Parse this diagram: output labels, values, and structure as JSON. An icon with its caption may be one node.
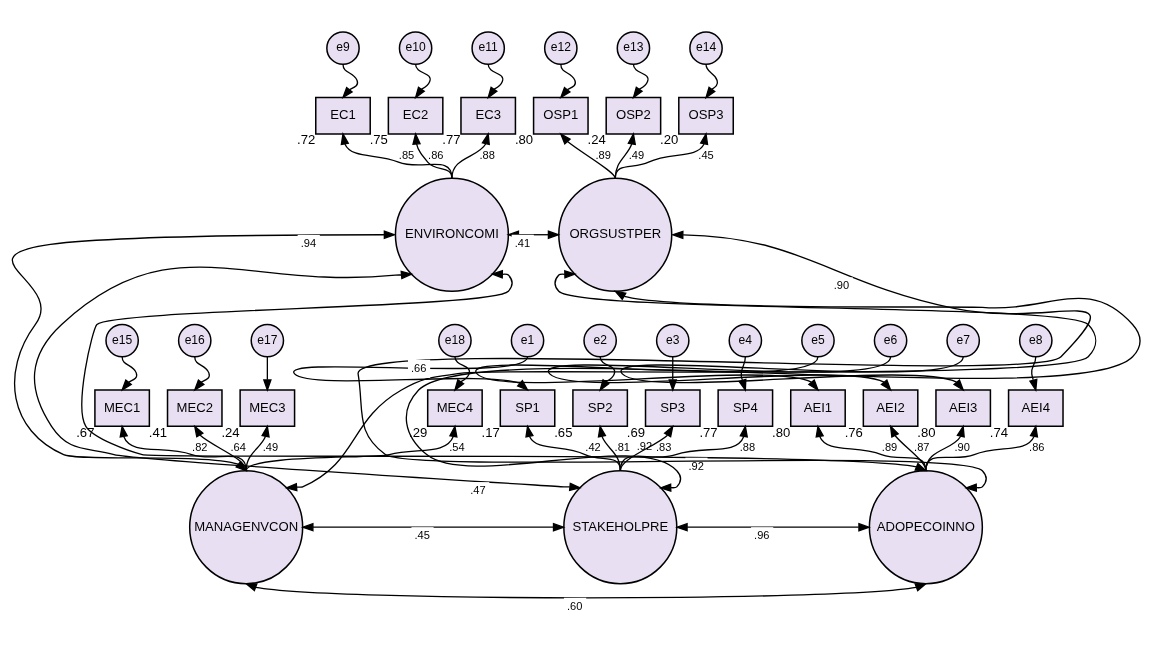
{
  "diagram": {
    "nodes": [
      {
        "text": [
          "e9"
        ]
      },
      {
        "text": [
          "e10"
        ]
      },
      {
        "text": [
          "e11"
        ]
      },
      {
        "text": [
          "e12"
        ]
      },
      {
        "text": [
          "e13"
        ]
      },
      {
        "text": [
          "e14"
        ]
      },
      {
        "text": [
          "EC1"
        ],
        "beside": [
          ".72"
        ]
      },
      {
        "text": [
          "EC2"
        ],
        "beside": [
          ".75"
        ]
      },
      {
        "text": [
          "EC3"
        ],
        "beside": [
          ".77"
        ]
      },
      {
        "text": [
          "OSP1"
        ],
        "beside": [
          ".80"
        ]
      },
      {
        "text": [
          "OSP2"
        ],
        "beside": [
          ".24"
        ]
      },
      {
        "text": [
          "OSP3"
        ],
        "beside": [
          ".20"
        ]
      },
      {
        "text": [
          "ENVIRONCOMI"
        ]
      },
      {
        "text": [
          "ORGSUSTPER"
        ]
      },
      {
        "text": [
          "e15"
        ]
      },
      {
        "text": [
          "e16"
        ]
      },
      {
        "text": [
          "e17"
        ]
      },
      {
        "text": [
          "e18"
        ]
      },
      {
        "text": [
          "e1"
        ]
      },
      {
        "text": [
          "e2"
        ]
      },
      {
        "text": [
          "e3"
        ]
      },
      {
        "text": [
          "e4"
        ]
      },
      {
        "text": [
          "e5"
        ]
      },
      {
        "text": [
          "e6"
        ]
      },
      {
        "text": [
          "e7"
        ]
      },
      {
        "text": [
          "e8"
        ]
      },
      {
        "text": [
          "MEC1"
        ],
        "beside": [
          ".67"
        ]
      },
      {
        "text": [
          "MEC2"
        ],
        "beside": [
          ".41"
        ]
      },
      {
        "text": [
          "MEC3"
        ],
        "beside": [
          ".24"
        ]
      },
      {
        "text": [
          "MEC4"
        ],
        "beside": [
          ".29"
        ]
      },
      {
        "text": [
          "SP1"
        ],
        "beside": [
          ".17"
        ]
      },
      {
        "text": [
          "SP2"
        ],
        "beside": [
          ".65"
        ]
      },
      {
        "text": [
          "SP3"
        ],
        "beside": [
          ".69"
        ]
      },
      {
        "text": [
          "SP4"
        ],
        "beside": [
          ".77"
        ]
      },
      {
        "text": [
          "AEI1"
        ],
        "beside": [
          ".80"
        ]
      },
      {
        "text": [
          "AEI2"
        ],
        "beside": [
          ".76"
        ]
      },
      {
        "text": [
          "AEI3"
        ],
        "beside": [
          ".80"
        ]
      },
      {
        "text": [
          "AEI4"
        ],
        "beside": [
          ".74"
        ]
      },
      {
        "text": [
          "MANAGENVCON"
        ]
      },
      {
        "text": [
          "STAKEHOLPRE"
        ]
      },
      {
        "text": [
          "ADOPECOINNO"
        ]
      }
    ],
    "edges": [
      {
        "from": 0,
        "to": 6,
        "arrow": "to"
      },
      {
        "from": 1,
        "to": 7,
        "arrow": "to"
      },
      {
        "from": 2,
        "to": 8,
        "arrow": "to"
      },
      {
        "from": 3,
        "to": 9,
        "arrow": "to"
      },
      {
        "from": 4,
        "to": 10,
        "arrow": "to"
      },
      {
        "from": 5,
        "to": 11,
        "arrow": "to"
      },
      {
        "from": 12,
        "to": 6,
        "arrow": "to",
        "label": ".85"
      },
      {
        "from": 12,
        "to": 7,
        "arrow": "to",
        "label": ".86"
      },
      {
        "from": 12,
        "to": 8,
        "arrow": "to",
        "label": ".88"
      },
      {
        "from": 13,
        "to": 9,
        "arrow": "to",
        "label": ".89"
      },
      {
        "from": 13,
        "to": 10,
        "arrow": "to",
        "label": ".49"
      },
      {
        "from": 13,
        "to": 11,
        "arrow": "to",
        "label": ".45"
      },
      {
        "from": 14,
        "to": 26,
        "arrow": "to"
      },
      {
        "from": 15,
        "to": 27,
        "arrow": "to"
      },
      {
        "from": 16,
        "to": 28,
        "arrow": "to"
      },
      {
        "from": 17,
        "to": 29,
        "arrow": "to"
      },
      {
        "from": 18,
        "to": 30,
        "arrow": "to"
      },
      {
        "from": 19,
        "to": 31,
        "arrow": "to"
      },
      {
        "from": 20,
        "to": 32,
        "arrow": "to"
      },
      {
        "from": 21,
        "to": 33,
        "arrow": "to"
      },
      {
        "from": 22,
        "to": 34,
        "arrow": "to"
      },
      {
        "from": 23,
        "to": 35,
        "arrow": "to"
      },
      {
        "from": 24,
        "to": 36,
        "arrow": "to"
      },
      {
        "from": 25,
        "to": 37,
        "arrow": "to"
      },
      {
        "from": 38,
        "to": 26,
        "arrow": "to",
        "label": ".82"
      },
      {
        "from": 38,
        "to": 27,
        "arrow": "to",
        "label": ".64"
      },
      {
        "from": 38,
        "to": 28,
        "arrow": "to",
        "label": ".49"
      },
      {
        "from": 38,
        "to": 29,
        "arrow": "to",
        "label": ".54"
      },
      {
        "from": 39,
        "to": 30,
        "arrow": "to",
        "label": ".42"
      },
      {
        "from": 39,
        "to": 31,
        "arrow": "to",
        "label": ".81"
      },
      {
        "from": 39,
        "to": 32,
        "arrow": "to",
        "label": ".83"
      },
      {
        "from": 39,
        "to": 33,
        "arrow": "to",
        "label": ".88"
      },
      {
        "from": 40,
        "to": 34,
        "arrow": "to",
        "label": ".89"
      },
      {
        "from": 40,
        "to": 35,
        "arrow": "to",
        "label": ".87"
      },
      {
        "from": 40,
        "to": 36,
        "arrow": "to",
        "label": ".90"
      },
      {
        "from": 40,
        "to": 37,
        "arrow": "to",
        "label": ".86"
      },
      {
        "from": 12,
        "to": 13,
        "arrow": "both",
        "label": ".41"
      },
      {
        "from": 12,
        "to": 40,
        "arrow": "both",
        "label": ".92"
      },
      {
        "from": 12,
        "to": 38,
        "arrow": "both",
        "label": ".94"
      },
      {
        "from": 12,
        "to": 39,
        "arrow": "both",
        "label": ".47"
      },
      {
        "from": 38,
        "to": 13,
        "arrow": "both",
        "label": ".66"
      },
      {
        "from": 38,
        "to": 40,
        "arrow": "both",
        "label": ".60"
      },
      {
        "from": 38,
        "to": 39,
        "arrow": "both",
        "label": ".45"
      },
      {
        "from": 39,
        "to": 13,
        "arrow": "both",
        "label": ".92"
      },
      {
        "from": 39,
        "to": 40,
        "arrow": "both",
        "label": ".96"
      },
      {
        "from": 13,
        "to": 40,
        "arrow": "both",
        "label": ".90"
      }
    ]
  }
}
